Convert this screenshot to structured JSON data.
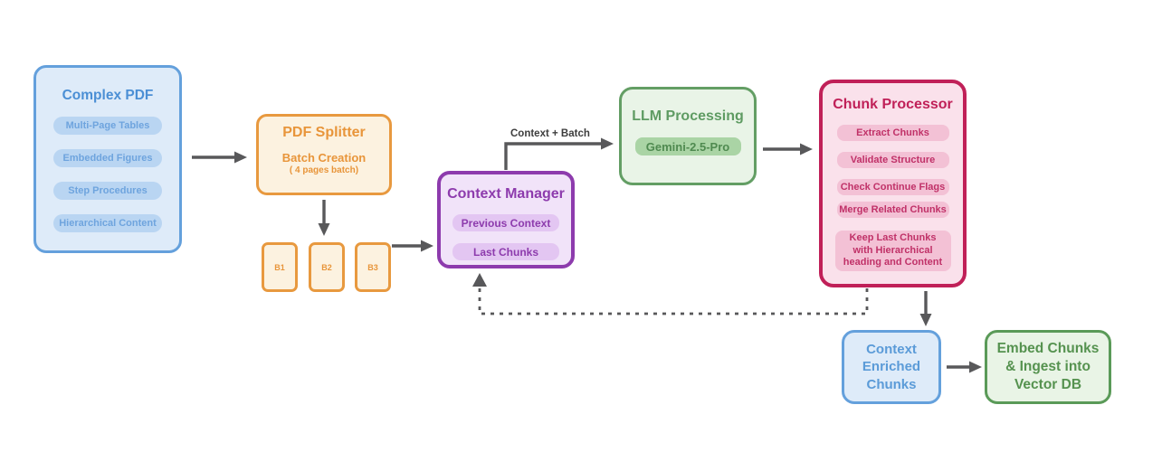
{
  "nodes": {
    "complex_pdf": {
      "title": "Complex PDF",
      "items": [
        "Multi-Page Tables",
        "Embedded Figures",
        "Step Procedures",
        "Hierarchical Content"
      ]
    },
    "pdf_splitter": {
      "title": "PDF Splitter",
      "subtitle": "Batch Creation",
      "note": "( 4 pages batch)"
    },
    "batches": [
      "B1",
      "B2",
      "B3"
    ],
    "context_manager": {
      "title": "Context Manager",
      "items": [
        "Previous Context",
        "Last Chunks"
      ]
    },
    "llm_processing": {
      "title": "LLM Processing",
      "model": "Gemini-2.5-Pro"
    },
    "chunk_processor": {
      "title": "Chunk Processor",
      "items": [
        "Extract Chunks",
        "Validate Structure",
        "Check Continue Flags",
        "Merge Related Chunks",
        "Keep Last  Chunks with Hierarchical heading and Content"
      ]
    },
    "context_enriched": {
      "title": "Context Enriched Chunks"
    },
    "embed_chunks": {
      "title": "Embed Chunks & Ingest into Vector DB"
    }
  },
  "edge_labels": {
    "context_batch": "Context + Batch"
  },
  "colors": {
    "arrow_gray": "#58585a",
    "blue_border": "#64a0dc",
    "blue_fill": "#deebf9",
    "blue_text": "#4b8fd5",
    "orange_border": "#e8993f",
    "orange_fill": "#fcf2e0",
    "orange_text": "#e8953a",
    "purple_border": "#8d3bad",
    "purple_fill": "#f1e3f9",
    "green_border": "#639e64",
    "green_fill": "#e9f4e7",
    "green_text": "#5e9b62",
    "pink_border": "#c02058",
    "pink_fill": "#fae1eb"
  }
}
